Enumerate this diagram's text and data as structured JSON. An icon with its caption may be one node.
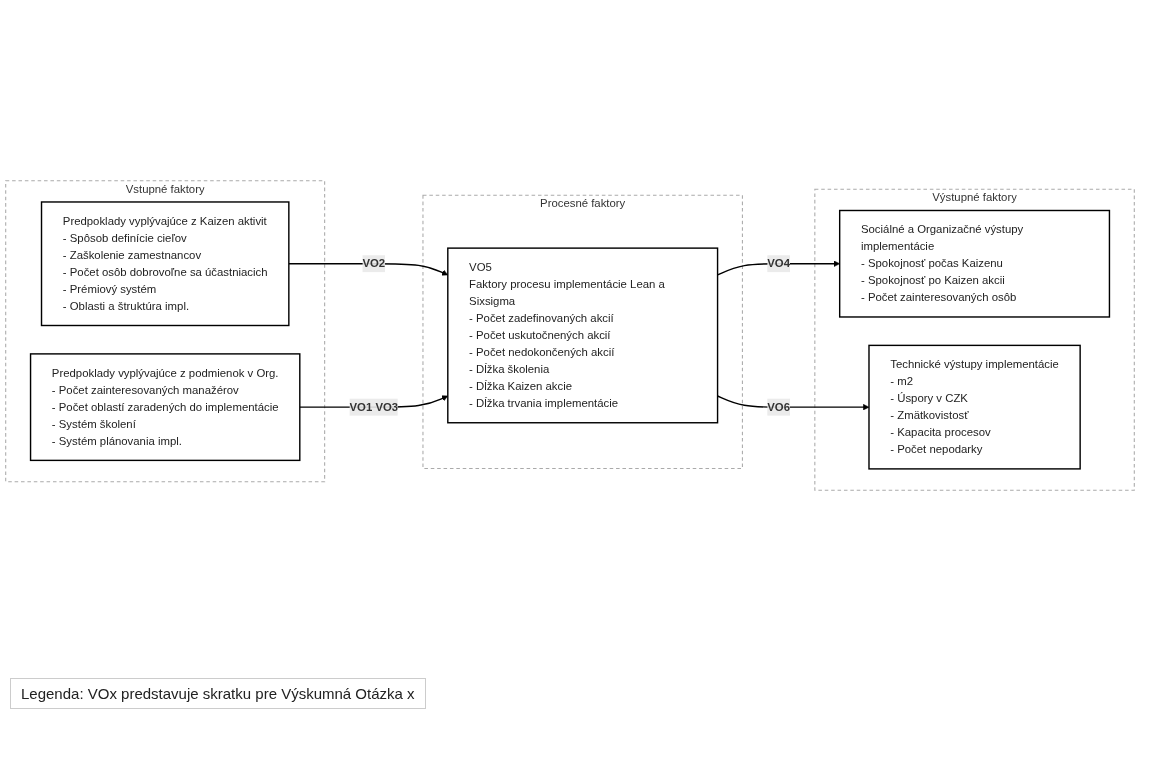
{
  "diagram": {
    "nodes": [
      {
        "text": [
          "Vstupné faktory"
        ]
      },
      {
        "text": [
          "Predpoklady vyplývajúce z Kaizen aktivit",
          "- Spôsob definície cieľov",
          "- Zaškolenie zamestnancov",
          "- Počet osôb dobrovoľne sa účastniacich",
          "- Prémiový systém",
          "- Oblasti a štruktúra impl."
        ],
        "in": 0
      },
      {
        "text": [
          "Predpoklady vyplývajúce z podmienok v Org.",
          "- Počet zainteresovaných manažérov",
          "- Počet oblastí zaradených do implementácie",
          "- Systém školení",
          "- Systém plánovania impl."
        ],
        "in": 0
      },
      {
        "text": [
          "Procesné faktory"
        ]
      },
      {
        "text": [
          "VO5",
          "Faktory procesu implementácie Lean a Sixsigma",
          "- Počet zadefinovaných akcií",
          "- Počet uskutočnených akcií",
          "- Počet nedokončených akcií",
          "- Dĺžka školenia",
          "- Dĺžka Kaizen akcie",
          "- Dĺžka trvania implementácie"
        ],
        "in": 3
      },
      {
        "text": [
          "Výstupné faktory"
        ]
      },
      {
        "text": [
          "Sociálné a Organizačné výstupy implementácie",
          "- Spokojnosť počas Kaizenu",
          "- Spokojnosť po Kaizen akcii",
          "- Počet zainteresovaných osôb"
        ],
        "in": 5
      },
      {
        "text": [
          "Technické výstupy implementácie",
          "- m2",
          "- Úspory v CZK",
          "- Zmätkovistosť",
          "- Kapacita procesov",
          "- Počet nepodarky"
        ],
        "in": 5
      }
    ],
    "edges": [
      {
        "from": 1,
        "to": 4,
        "arrow": "to",
        "label": "VO2"
      },
      {
        "from": 2,
        "to": 4,
        "arrow": "to",
        "label": "VO1 VO3"
      },
      {
        "from": 4,
        "to": 6,
        "arrow": "to",
        "label": "VO4"
      },
      {
        "from": 4,
        "to": 7,
        "arrow": "to",
        "label": "VO6"
      }
    ],
    "labels": [
      "Legenda: VOx predstavuje skratku pre Výskumná Otázka x"
    ]
  }
}
